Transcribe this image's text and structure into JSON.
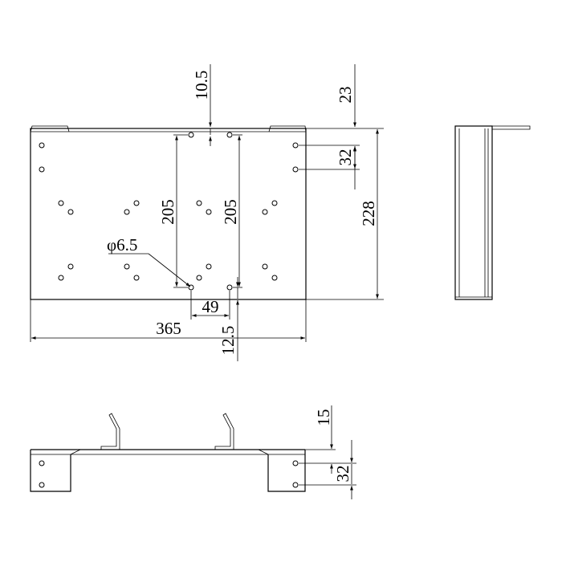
{
  "dimensions": {
    "overall_width": "365",
    "overall_height": "228",
    "hole_spacing_vertical_left": "205",
    "hole_spacing_vertical_right": "205",
    "hole_spacing_horizontal": "49",
    "hole_diameter": "φ6.5",
    "top_offset": "10.5",
    "bottom_offset": "12.5",
    "right_top_offset": "23",
    "right_hole_spacing": "32",
    "bottom_view_height": "15",
    "bottom_view_hole_spacing": "32"
  }
}
